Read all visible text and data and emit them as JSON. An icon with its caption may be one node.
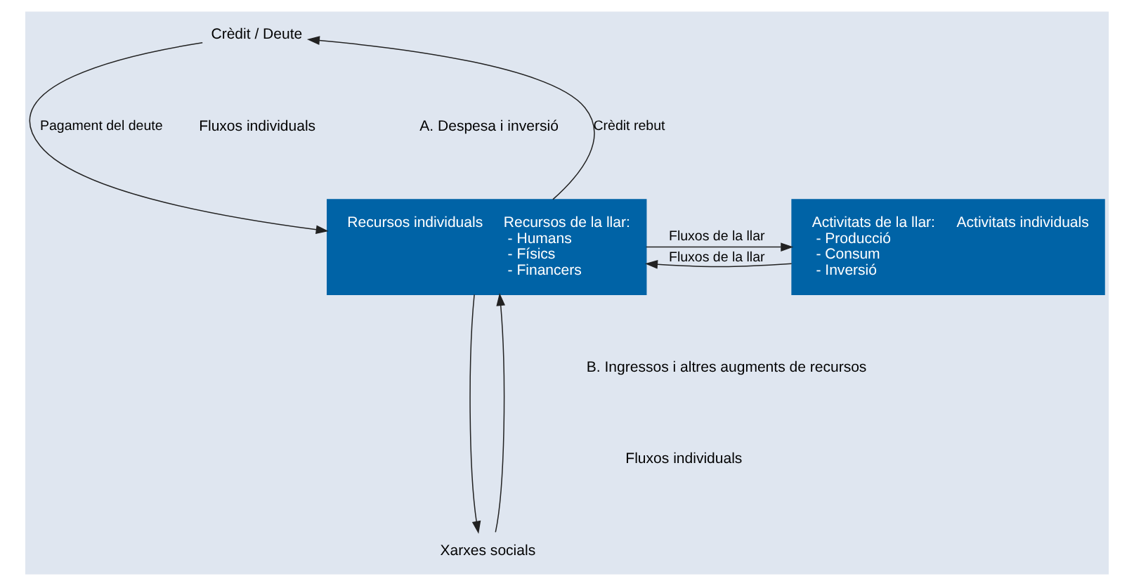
{
  "diagram": {
    "nodes": [
      {
        "text": [
          "Crèdit / Deute"
        ]
      },
      {
        "text": [
          "Recursos individuals",
          "Recursos de la llar: - Humans - Físics - Financers"
        ]
      },
      {
        "text": [
          "Activitats de la llar: - Producció - Consum - Inversió",
          "Activitats individuals"
        ]
      },
      {
        "text": [
          "Xarxes socials"
        ]
      }
    ],
    "edges": [
      {
        "from": 0,
        "to": 1,
        "arrow": "to",
        "label": "Pagament del deute"
      },
      {
        "from": 1,
        "to": 0,
        "arrow": "to",
        "label": "Crèdit rebut"
      },
      {
        "from": 1,
        "to": 2,
        "arrow": "to",
        "label": "Fluxos de la llar"
      },
      {
        "from": 1,
        "to": 3,
        "arrow": "to"
      },
      {
        "from": 3,
        "to": 1,
        "arrow": "to"
      },
      {
        "from": 2,
        "to": 1,
        "arrow": "to",
        "label": "Fluxos de la llar"
      }
    ],
    "labels": [
      "Fluxos individuals",
      "A. Despesa i inversió",
      "B. Ingressos i altres augments de recursos",
      "Fluxos individuals"
    ]
  }
}
